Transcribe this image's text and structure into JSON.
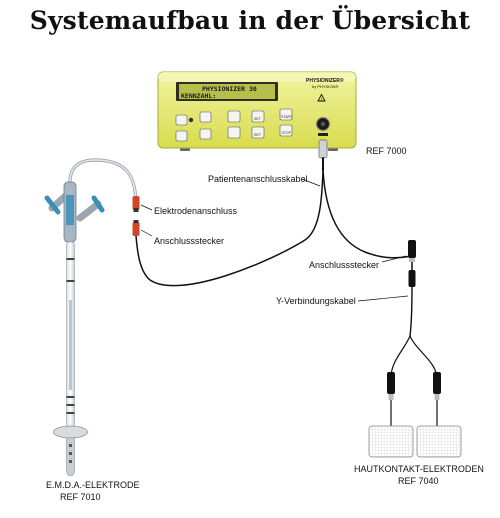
{
  "title": "Systemaufbau in der Übersicht",
  "device": {
    "display_line1": "PHYSIONIZER 30",
    "display_line2": "KENNZAHL:",
    "brand": "PHYSIONIZER®",
    "brand_sub": "by PHYSION®",
    "ref": "REF 7000",
    "keys": [
      "",
      "",
      "",
      "SET",
      "START",
      "",
      "",
      "",
      "RET",
      "STOP"
    ]
  },
  "labels": {
    "patient_cable": "Patientenanschlusskabel",
    "electrode_connector": "Elektrodenanschluss",
    "connector_plug_left": "Anschlussstecker",
    "connector_plug_right": "Anschlussstecker",
    "y_cable": "Y-Verbindungskabel"
  },
  "emda": {
    "name": "E.M.D.A.-ELEKTRODE",
    "ref": "REF 7010"
  },
  "skin": {
    "name": "HAUTKONTAKT-ELEKTRODEN",
    "ref": "REF 7040"
  },
  "colors": {
    "device_body": "#e9ec6a",
    "cable": "#111111",
    "connector_red": "#d2452a",
    "catheter_blue": "#3a8fb7",
    "pad_grid": "#c9c9c9"
  }
}
